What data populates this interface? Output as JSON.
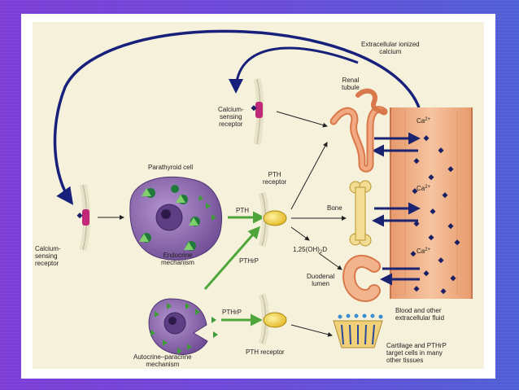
{
  "diagram": {
    "labels": {
      "extracellular_ca_line1": "Extracellular ionized",
      "extracellular_ca_line2": "calcium",
      "renal_line1": "Renal",
      "renal_line2": "tubule",
      "csr_top_line1": "Calcium-",
      "csr_top_line2": "sensing",
      "csr_top_line3": "receptor",
      "parathyroid_cell": "Parathyroid cell",
      "pth_receptor_line1": "PTH",
      "pth_receptor_line2": "receptor",
      "pth": "PTH",
      "bone": "Bone",
      "csr_left_line1": "Calcium-",
      "csr_left_line2": "sensing",
      "csr_left_line3": "receptor",
      "endocrine_line1": "Endocrine",
      "endocrine_line2": "mechanism",
      "pthrp_mid": "PTHrP",
      "vitd": "1,25(OH)",
      "vitd_sub": "2",
      "vitd_end": "D",
      "duodenal_line1": "Duodenal",
      "duodenal_line2": "lumen",
      "pthrp_low": "PTHrP",
      "blood_line1": "Blood and other",
      "blood_line2": "extracellular fluid",
      "autocrine_line1": "Autocrine–paracrine",
      "autocrine_line2": "mechanism",
      "pth_receptor_low": "PTH receptor",
      "cartilage_line1": "Cartilage and PTHrP",
      "cartilage_line2": "target cells in many",
      "cartilage_line3": "other tissues",
      "ca_top": "Ca",
      "ca_mid": "Ca",
      "ca_low": "Ca",
      "ca_charge": "2+"
    }
  },
  "colors": {
    "background_purple": "#7d3dd6",
    "figure_bg": "#f6f1db",
    "feedback_arrow": "#17207a",
    "green_arrow": "#4ea63a",
    "blood_vessel": "#f2b48c",
    "cell_purple": "#8a63ad",
    "receptor_yellow": "#f2d23a",
    "csr_pink": "#c2287a"
  }
}
